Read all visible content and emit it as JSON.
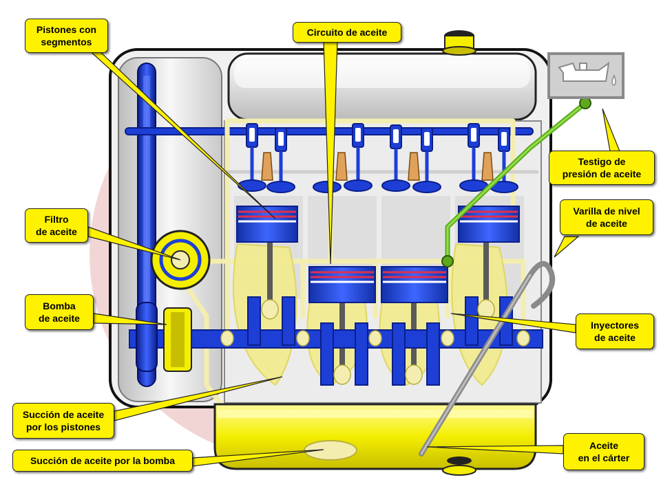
{
  "labels": {
    "pistones": "Pistones con\nsegmentos",
    "circuito": "Circuito de aceite",
    "testigo": "Testigo de\npresión de aceite",
    "varilla": "Varilla de nivel\nde aceite",
    "filtro": "Filtro\nde aceite",
    "bomba": "Bomba\nde aceite",
    "inyectores": "Inyectores\nde aceite",
    "succion_pistones": "Succión de aceite\npor los pistones",
    "succion_bomba": "Succión de aceite por la bomba",
    "carter": "Aceite\nen el cárter"
  },
  "icons": {
    "warning_lamp": "oil-pressure-warning-icon"
  },
  "colors": {
    "callout": "#fff200",
    "oil": "#f3eeb0",
    "oil_dark": "#e8e070",
    "block": "#e6e6e6",
    "blue": "#1d3fd6",
    "sump": "#f4f000",
    "dipstick_line": "#7cc92e",
    "watermark": "#e8b8b8"
  }
}
